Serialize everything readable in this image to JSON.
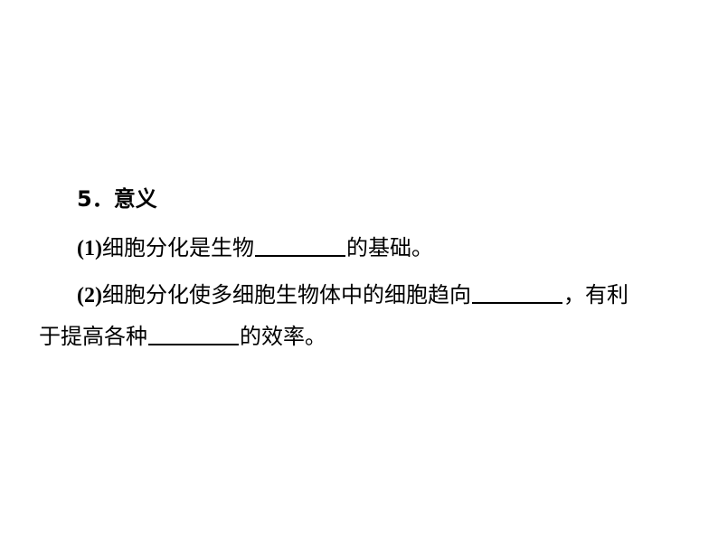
{
  "section": {
    "heading": "5．意义"
  },
  "items": [
    {
      "number": "(1)",
      "text_before": "细胞分化是生物",
      "text_after": "的基础。"
    },
    {
      "number": "(2)",
      "text_before": "细胞分化使多细胞生物体中的细胞趋向",
      "text_after": "，有利",
      "continuation_before": "于提高各种",
      "continuation_after": "的效率。"
    }
  ]
}
